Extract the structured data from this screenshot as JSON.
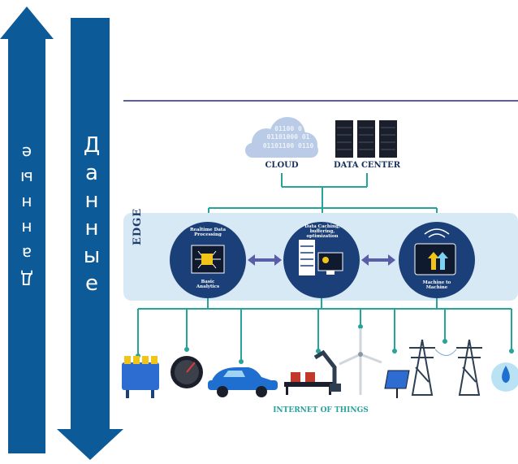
{
  "arrows": {
    "up_letters": [
      "Д",
      "а",
      "н",
      "н",
      "ы",
      "е"
    ],
    "down_letters": [
      "Д",
      "а",
      "н",
      "н",
      "ы",
      "е"
    ]
  },
  "diagram": {
    "cloud_label": "CLOUD",
    "datacenter_label": "DATA CENTER",
    "cloud_binary": [
      "01100 0",
      "01101000 01",
      "01101100 0110"
    ],
    "edge_label": "EDGE",
    "node1_top": "Realtime Data Processing",
    "node1_bottom": "Basic Analytics",
    "node2_top": "Data Caching, buffering, optimization",
    "node3_bottom": "Machine to Machine",
    "iot_label": "INTERNET OF THINGS"
  },
  "colors": {
    "arrow_blue": "#0d5a98",
    "navy": "#1b3f78",
    "teal": "#26a39a",
    "edge_band": "#d8e9f6",
    "line": "#5a5ea6"
  }
}
